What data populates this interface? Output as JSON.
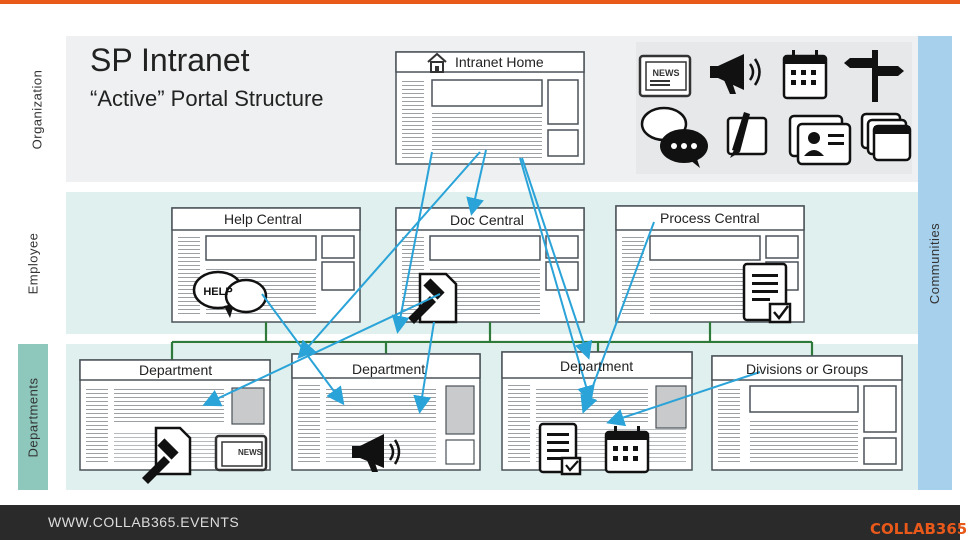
{
  "title": "SP Intranet",
  "subtitle": "“Active” Portal Structure",
  "rows": {
    "organization": "Organization",
    "employee": "Employee",
    "departments": "Departments",
    "communities": "Communities"
  },
  "sites": {
    "intranet_home": "Intranet Home",
    "help_central": "Help Central",
    "doc_central": "Doc Central",
    "process_central": "Process Central",
    "department_1": "Department",
    "department_2": "Department",
    "department_3": "Department",
    "divisions": "Divisions or Groups"
  },
  "icons": {
    "help_text": "HELP",
    "news_text": "NEWS",
    "names": [
      "newspaper-icon",
      "megaphone-icon",
      "calendar-icon",
      "signpost-icon",
      "chat-bubbles-icon",
      "document-pen-icon",
      "contact-card-icon",
      "windows-icon",
      "help-bubbles-icon",
      "document-gavel-icon",
      "checklist-icon",
      "home-icon"
    ]
  },
  "footer": {
    "url": "WWW.COLLAB365.EVENTS",
    "logo": "COLLAB365"
  },
  "colors": {
    "accent": "#e8591a",
    "arrow": "#2aa3d8",
    "connector": "#2e7a3a",
    "departments_tab": "#8ec8bc",
    "communities_tab": "#a6d0ec"
  }
}
